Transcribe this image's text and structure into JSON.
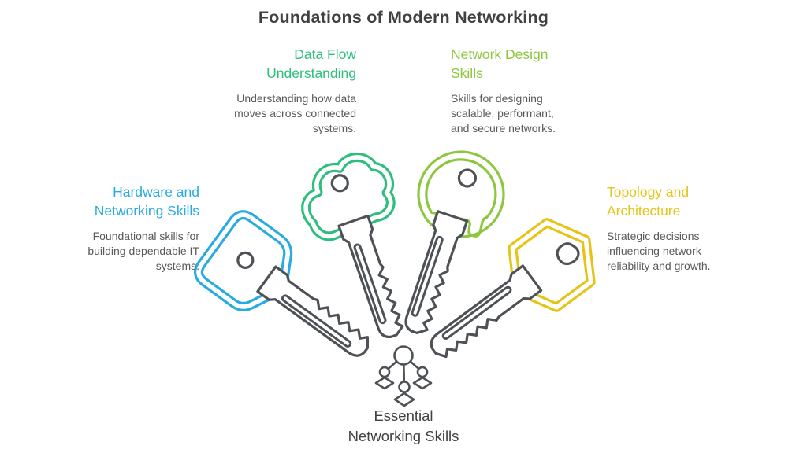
{
  "page": {
    "title": "Foundations of Modern Networking"
  },
  "palette": {
    "gray": "#4E5256",
    "title": "#414042",
    "body": "#58595B",
    "background": "#FFFFFF"
  },
  "items": [
    {
      "id": "hardware",
      "heading_lines": [
        "Hardware and",
        "Networking Skills"
      ],
      "body_lines": [
        "Foundational skills for",
        "building dependable IT",
        "systems."
      ],
      "accent": "#29ABE2",
      "key_shape": "pentagon-head-key"
    },
    {
      "id": "data-flow",
      "heading_lines": [
        "Data Flow",
        "Understanding"
      ],
      "body_lines": [
        "Understanding how data",
        "moves across connected",
        "systems."
      ],
      "accent": "#2FBE7D",
      "key_shape": "cloud-head-key"
    },
    {
      "id": "network-design",
      "heading_lines": [
        "Network Design",
        "Skills"
      ],
      "body_lines": [
        "Skills for designing",
        "scalable, performant,",
        "and secure networks."
      ],
      "accent": "#8DC63F",
      "key_shape": "circle-head-key"
    },
    {
      "id": "topology",
      "heading_lines": [
        "Topology and",
        "Architecture"
      ],
      "body_lines": [
        "Strategic decisions",
        "influencing network",
        "reliability and growth."
      ],
      "accent": "#E6C417",
      "key_shape": "hexagon-head-key"
    }
  ],
  "footer": {
    "label_lines": [
      "Essential",
      "Networking Skills"
    ],
    "icon": "org-chart-network-icon"
  }
}
